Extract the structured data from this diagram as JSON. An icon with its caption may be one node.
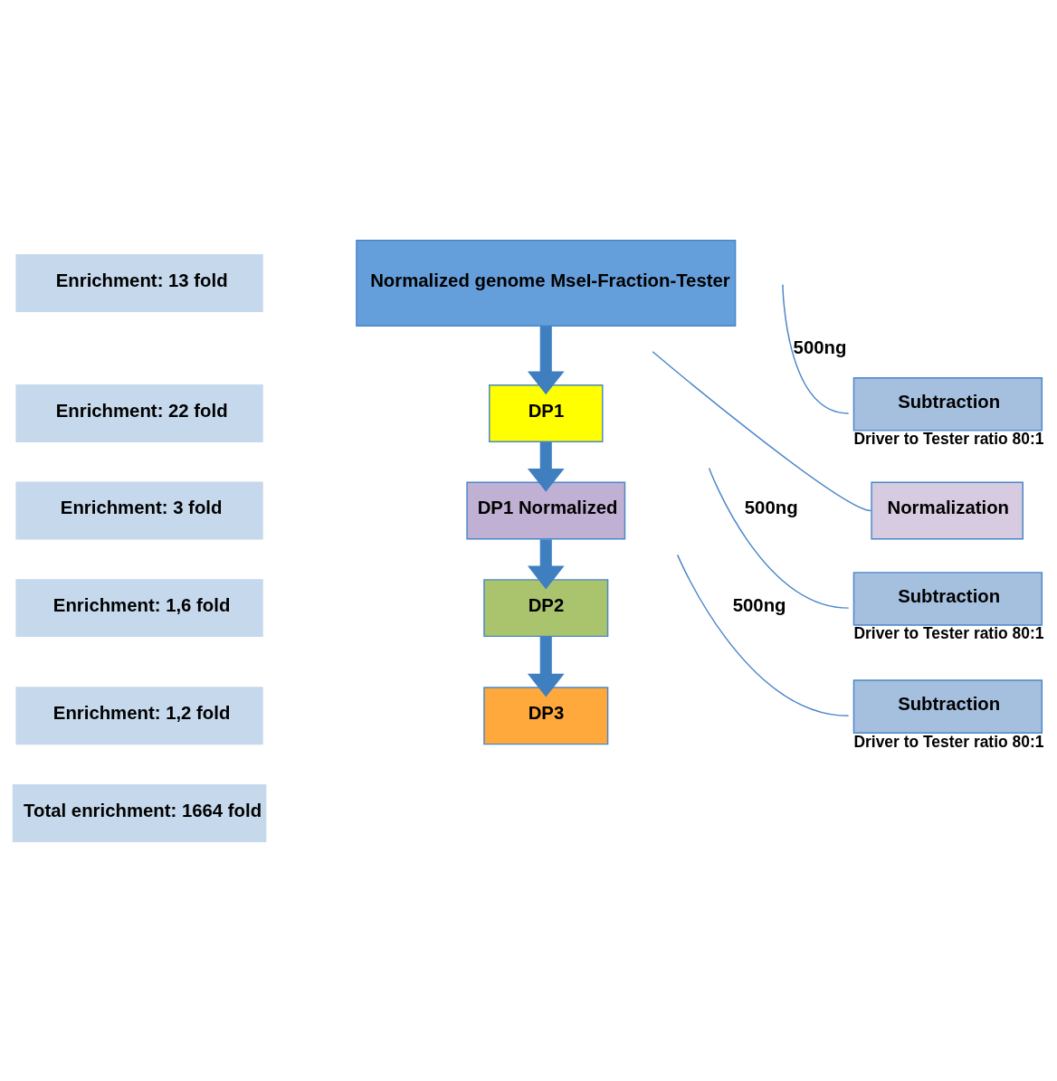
{
  "diagram": {
    "nodes": [
      {
        "text": [
          "Enrichment: 13 fold"
        ]
      },
      {
        "text": [
          "Normalized genome MseI-Fraction-Tester"
        ]
      },
      {
        "text": [
          "Subtraction"
        ],
        "beside": [
          "Driver to Tester ratio 80:1"
        ]
      },
      {
        "text": [
          "Enrichment: 22 fold"
        ]
      },
      {
        "text": [
          "DP1"
        ]
      },
      {
        "text": [
          "Normalization"
        ]
      },
      {
        "text": [
          "Enrichment: 3 fold"
        ]
      },
      {
        "text": [
          "DP1 Normalized"
        ]
      },
      {
        "text": [
          "Subtraction"
        ],
        "beside": [
          "Driver to Tester ratio 80:1"
        ]
      },
      {
        "text": [
          "Enrichment: 1,6 fold"
        ]
      },
      {
        "text": [
          "DP2"
        ]
      },
      {
        "text": [
          "Subtraction"
        ],
        "beside": [
          "Driver to Tester ratio 80:1"
        ]
      },
      {
        "text": [
          "Enrichment: 1,2 fold"
        ]
      },
      {
        "text": [
          "DP3"
        ]
      },
      {
        "text": [
          "Total enrichment: 1664 fold"
        ]
      }
    ],
    "edges": [
      {
        "from": 1,
        "to": 4,
        "arrow": "to",
        "style": "thick"
      },
      {
        "from": 2,
        "to": null,
        "arrow": "none",
        "label": "500ng"
      },
      {
        "from": 4,
        "to": 7,
        "arrow": "to",
        "style": "thick"
      },
      {
        "from": 5,
        "to": null,
        "arrow": "none"
      },
      {
        "from": 7,
        "to": 10,
        "arrow": "to",
        "style": "thick"
      },
      {
        "from": 8,
        "to": null,
        "arrow": "none",
        "label": "500ng"
      },
      {
        "from": 10,
        "to": 13,
        "arrow": "to",
        "style": "thick"
      },
      {
        "from": 11,
        "to": null,
        "arrow": "none",
        "label": "500ng"
      }
    ]
  }
}
